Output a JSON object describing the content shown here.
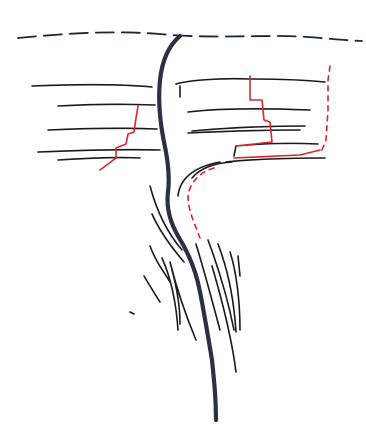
{
  "diagram": {
    "elements": [
      {
        "name": "ground-surface-dashed-line",
        "color": "#1f2633",
        "style": "dashed"
      },
      {
        "name": "main-fault-trace",
        "color": "#2b3044",
        "style": "bold"
      },
      {
        "name": "left-strata-lines",
        "color": "#1a1a1a",
        "style": "solid"
      },
      {
        "name": "right-strata-lines",
        "color": "#1a1a1a",
        "style": "solid"
      },
      {
        "name": "left-red-offset-line",
        "color": "#d8262b",
        "style": "solid"
      },
      {
        "name": "right-red-offset-line",
        "color": "#d8262b",
        "style": "solid"
      },
      {
        "name": "right-red-dotted-boundary",
        "color": "#d8262b",
        "style": "dotted"
      },
      {
        "name": "lower-splay-lines",
        "color": "#1a1a1a",
        "style": "solid"
      }
    ]
  }
}
